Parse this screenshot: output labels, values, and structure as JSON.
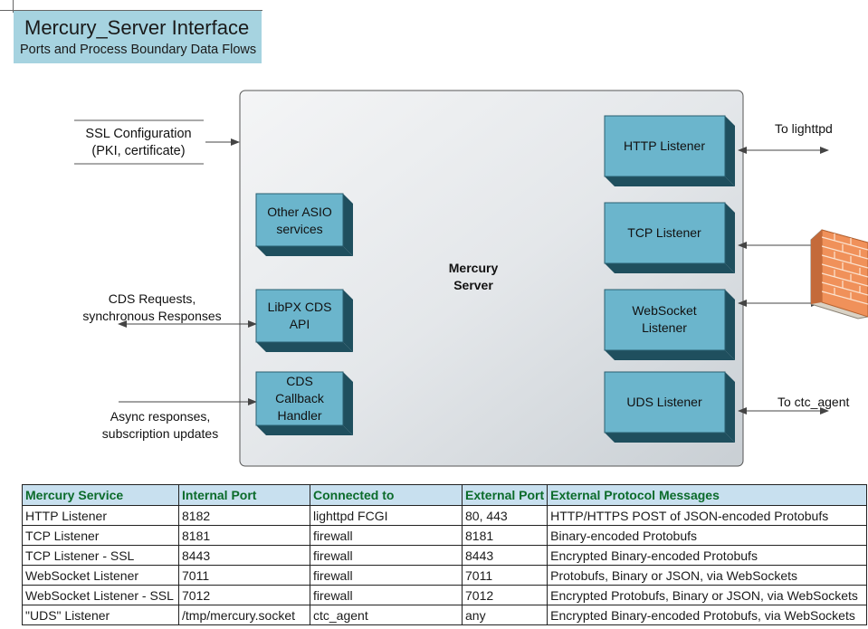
{
  "header": {
    "title": "Mercury_Server Interface",
    "subtitle": "Ports and Process Boundary Data Flows"
  },
  "server": {
    "label_line1": "Mercury",
    "label_line2": "Server"
  },
  "left_inputs": {
    "ssl": {
      "line1": "SSL Configuration",
      "line2": "(PKI, certificate)"
    },
    "cds": {
      "line1": "CDS Requests,",
      "line2": "synchronous Responses"
    },
    "async": {
      "line1": "Async responses,",
      "line2": "subscription updates"
    }
  },
  "inner_blocks": {
    "asio": {
      "line1": "Other ASIO",
      "line2": "services"
    },
    "libpx": {
      "line1": "LibPX CDS",
      "line2": "API"
    },
    "callback": {
      "line1": "CDS",
      "line2": "Callback",
      "line3": "Handler"
    }
  },
  "listeners": {
    "http": {
      "line1": "HTTP Listener"
    },
    "tcp": {
      "line1": "TCP Listener"
    },
    "websocket": {
      "line1": "WebSocket",
      "line2": "Listener"
    },
    "uds": {
      "line1": "UDS Listener"
    }
  },
  "right_targets": {
    "lighttpd": "To lighttpd",
    "ctc_agent": "To ctc_agent",
    "firewall_icon": "brick-firewall-icon"
  },
  "colors": {
    "title_bg": "#a6d3e0",
    "listener_face": "#6bb5cc",
    "listener_side": "#1f4f5e",
    "server_bg": "#e4e7ea",
    "firewall_bricks": "#f0915a",
    "table_header_text": "#0b6b2a",
    "table_header_bg": "#c8e0ef"
  },
  "table": {
    "headers": [
      "Mercury Service",
      "Internal Port",
      "Connected to",
      "External Port",
      "External Protocol Messages"
    ],
    "rows": [
      [
        "HTTP Listener",
        "8182",
        "lighttpd FCGI",
        "80, 443",
        "HTTP/HTTPS POST of JSON-encoded Protobufs"
      ],
      [
        "TCP Listener",
        "8181",
        "firewall",
        "8181",
        "Binary-encoded Protobufs"
      ],
      [
        "TCP Listener - SSL",
        "8443",
        "firewall",
        "8443",
        "Encrypted Binary-encoded Protobufs"
      ],
      [
        "WebSocket Listener",
        "7011",
        "firewall",
        "7011",
        "Protobufs, Binary or JSON, via WebSockets"
      ],
      [
        "WebSocket Listener - SSL",
        "7012",
        "firewall",
        "7012",
        "Encrypted Protobufs, Binary or JSON, via WebSockets"
      ],
      [
        "\"UDS\" Listener",
        "/tmp/mercury.socket",
        "ctc_agent",
        "any",
        "Encrypted Binary-encoded Protobufs, via WebSockets"
      ]
    ]
  }
}
